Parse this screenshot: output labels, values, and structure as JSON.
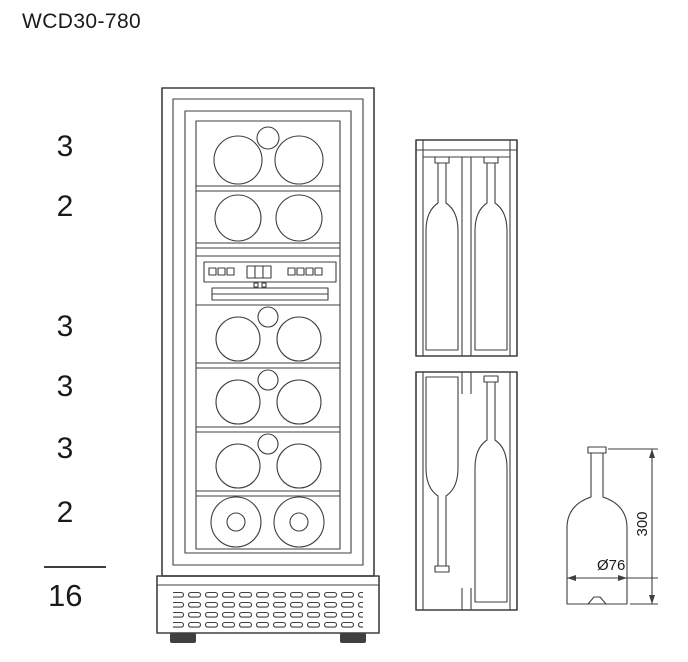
{
  "title": "WCD30-780",
  "shelf_counts": [
    "3",
    "2",
    "3",
    "3",
    "3",
    "2"
  ],
  "total_count": "16",
  "dimension_labels": {
    "bottle_height": "300",
    "bottle_diameter": "Ø76"
  },
  "colors": {
    "line": "#3f3f3f",
    "text": "#1a1a1a",
    "background": "#ffffff"
  }
}
